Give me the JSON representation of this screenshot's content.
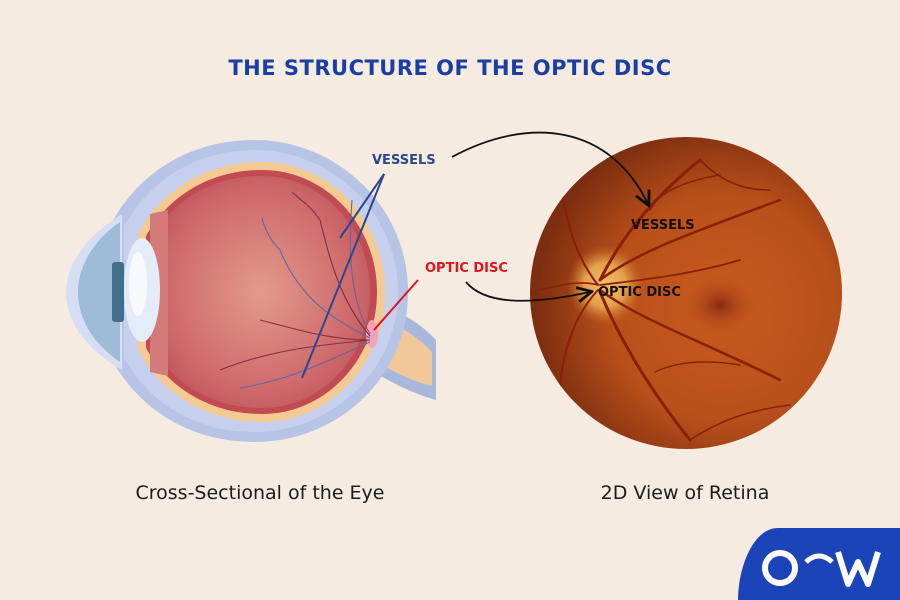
{
  "title": "THE STRUCTURE OF THE OPTIC DISC",
  "left_panel": {
    "caption": "Cross-Sectional of the Eye",
    "labels": {
      "vessels": "VESSELS",
      "optic_disc": "OPTIC DISC"
    }
  },
  "right_panel": {
    "caption": "2D View of Retina",
    "labels": {
      "vessels": "VESSELS",
      "optic_disc": "OPTIC DISC"
    }
  },
  "logo": {
    "text": "OW",
    "icon": "ow-logo-icon"
  },
  "colors": {
    "background": "#f5ebe0",
    "title": "#1a3fa3",
    "vessels_label_left": "#2b4690",
    "optic_disc_label_left": "#e0141e",
    "retina_label": "#111111",
    "logo_bg": "#1a44b8"
  }
}
